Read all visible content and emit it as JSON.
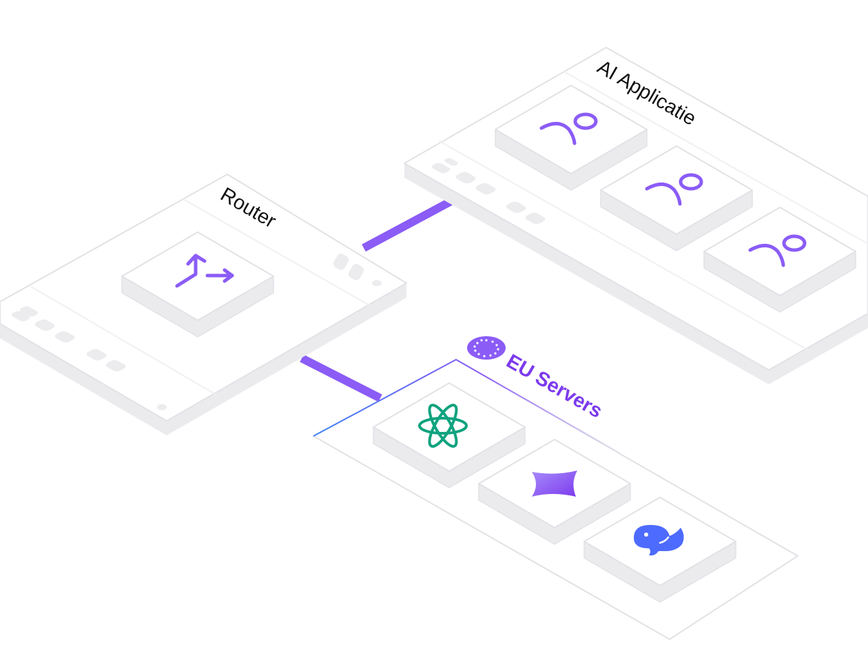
{
  "diagram": {
    "nodes": {
      "router": {
        "label": "Router",
        "icon": "route-split-arrow-icon"
      },
      "ai_app": {
        "label": "AI Applicatie",
        "items": [
          {
            "icon": "user-icon"
          },
          {
            "icon": "user-icon"
          },
          {
            "icon": "user-icon"
          }
        ]
      },
      "eu_servers": {
        "label": "EU Servers",
        "badge_icon": "eu-flag-icon",
        "items": [
          {
            "icon": "openai-logo-icon"
          },
          {
            "icon": "gemini-sparkle-icon"
          },
          {
            "icon": "deepseek-whale-icon"
          }
        ]
      }
    },
    "edges": [
      {
        "from": "router",
        "to": "ai_app"
      },
      {
        "from": "router",
        "to": "eu_servers"
      }
    ]
  },
  "colors": {
    "accent": "#8b5cf6",
    "accent_light": "#a78bfa",
    "eu_label": "#7c3aed",
    "eu_border": "#3b82f6",
    "openai": "#10a37f",
    "deepseek": "#4d6bfe",
    "panel_edge": "#e2e2e6",
    "panel_side": "#ebebee",
    "placeholder": "#ececef"
  }
}
